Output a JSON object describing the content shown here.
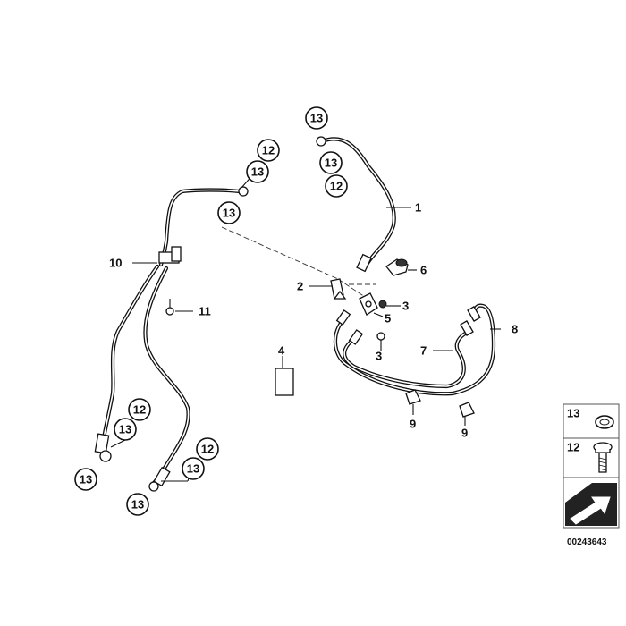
{
  "diagram": {
    "callouts": {
      "c13_top": "13",
      "c13_top_b": "13",
      "c12_top": "12",
      "c12_mid": "12",
      "c13_mid": "13",
      "c13_mid_b": "13",
      "c12_bl": "12",
      "c13_bl": "13",
      "c13_bl_b": "13",
      "c12_br": "12",
      "c13_br": "13",
      "c13_br_b": "13"
    },
    "labels": {
      "l1": "1",
      "l2": "2",
      "l3a": "3",
      "l3b": "3",
      "l4": "4",
      "l5": "5",
      "l6": "6",
      "l7": "7",
      "l8": "8",
      "l9a": "9",
      "l9b": "9",
      "l10": "10",
      "l11": "11"
    },
    "legend": {
      "item1": "13",
      "item2": "12"
    },
    "reference": "00243643"
  }
}
